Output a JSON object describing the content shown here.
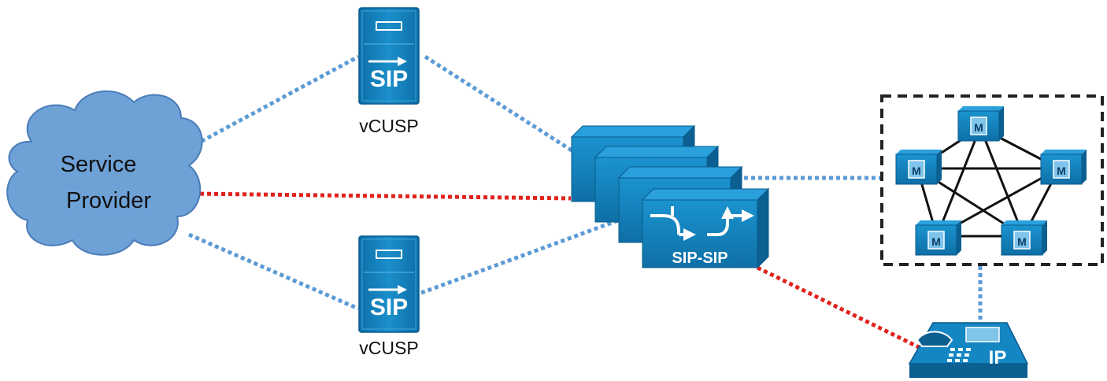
{
  "cloud": {
    "line1": "Service",
    "line2": "Provider"
  },
  "proxies": [
    {
      "label": "vCUSP",
      "icon_text": "SIP"
    },
    {
      "label": "vCUSP",
      "icon_text": "SIP"
    }
  ],
  "sbc": {
    "label": "SIP-SIP",
    "count": 4
  },
  "cluster": {
    "node_count": 5,
    "node_glyph": "M"
  },
  "phone": {
    "label": "IP"
  },
  "colors": {
    "device_blue": "#1487c3",
    "device_dark": "#0b5f91",
    "cloud_fill": "#6ea1d6",
    "cloud_stroke": "#4a7cb8",
    "link_blue": "#5b9bd5",
    "link_red": "#e0221b",
    "cluster_border": "#222222"
  },
  "icons": [
    "cloud-icon",
    "sip-proxy-server-icon",
    "sip-trunk-router-icon",
    "call-manager-icon",
    "ip-phone-icon"
  ]
}
